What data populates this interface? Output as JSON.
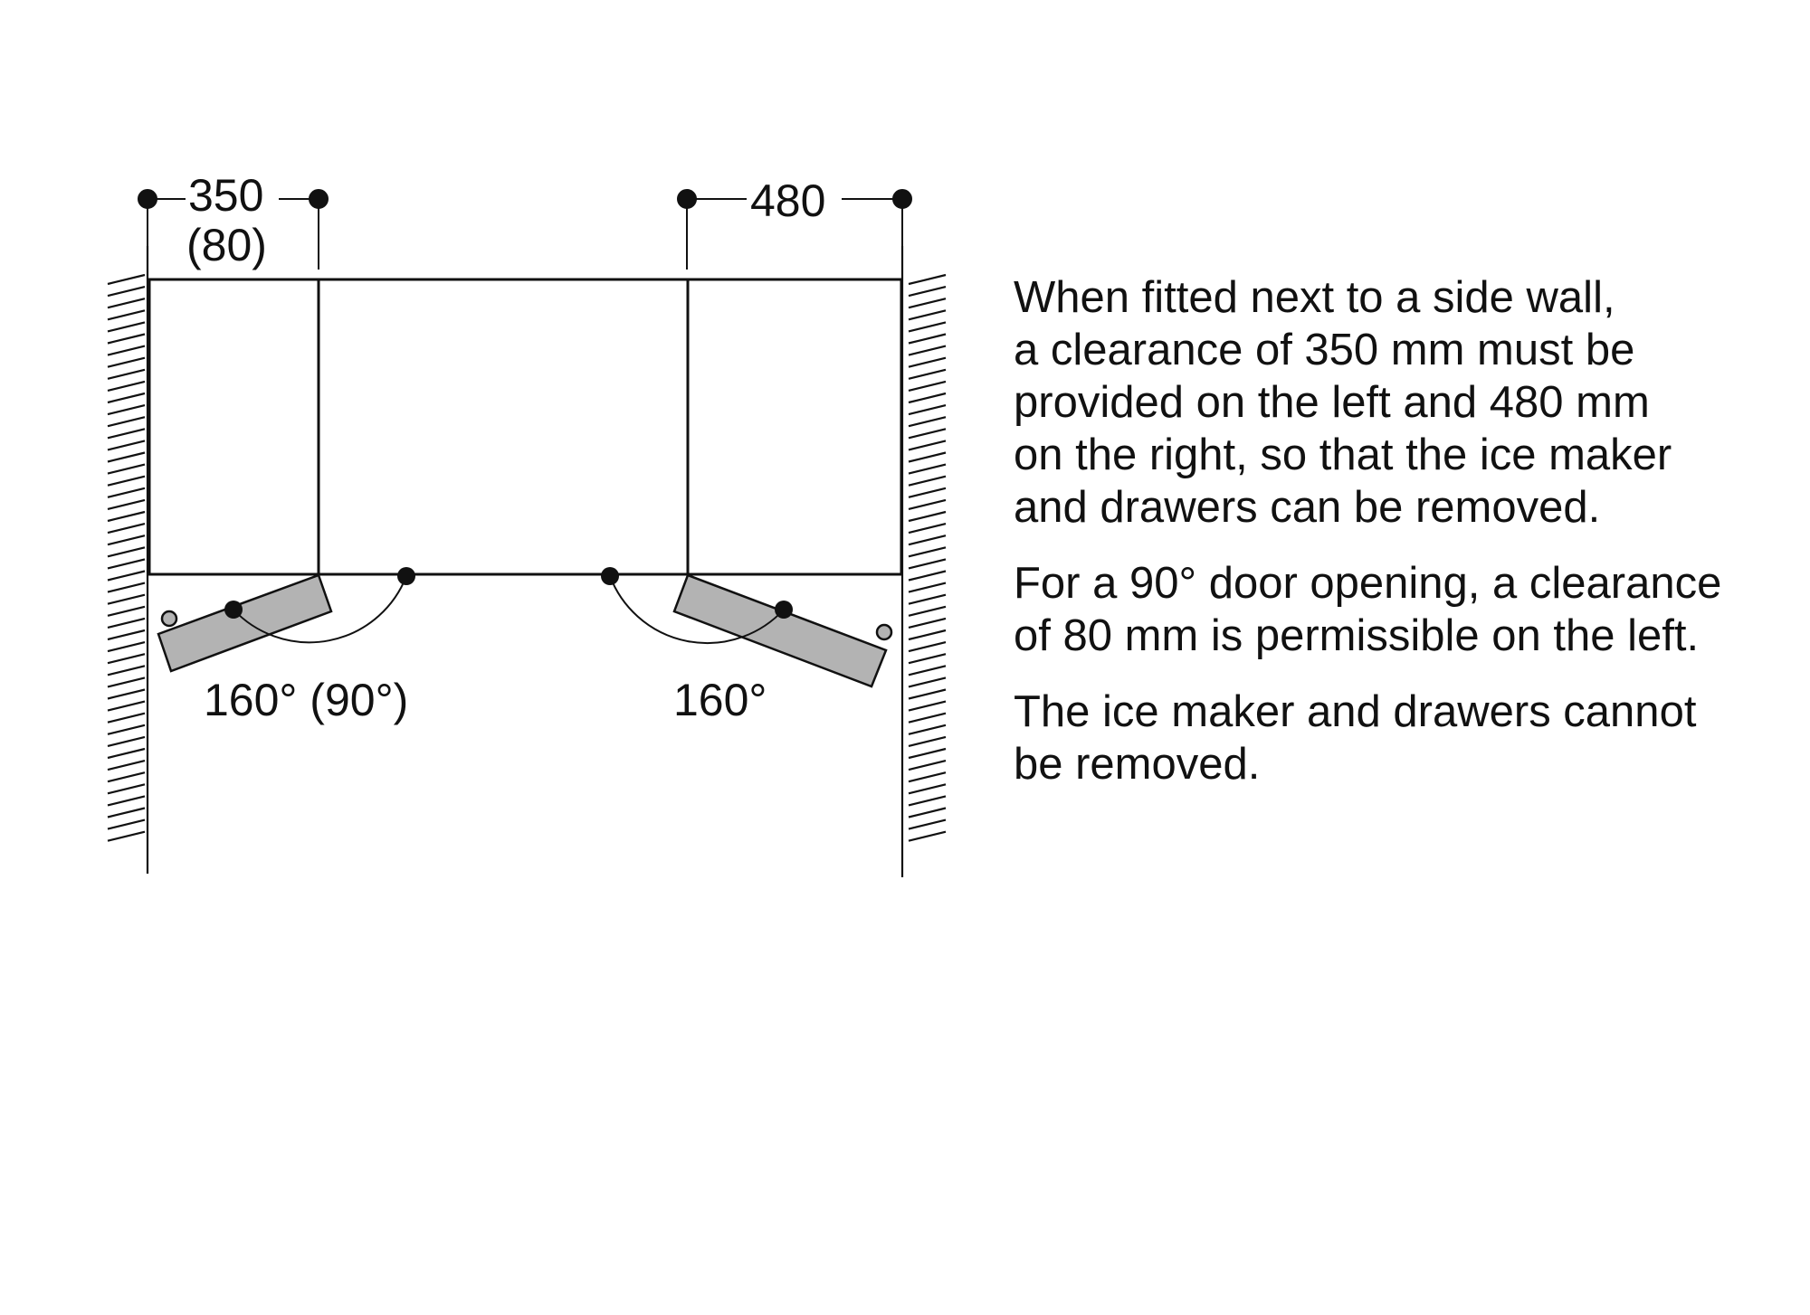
{
  "dimensions": {
    "left_clearance": "350",
    "left_clearance_alt": "(80)",
    "right_clearance": "480"
  },
  "door_angles": {
    "left": "160° (90°)",
    "right": "160°"
  },
  "notes": {
    "paragraph_1": "When fitted next to a side wall,\na clearance of 350 mm must be\nprovided on the left and 480 mm\non the right, so that the ice maker\nand drawers can be removed.",
    "paragraph_2": "For a 90° door opening, a clearance\nof 80 mm is permissible on the left.",
    "paragraph_3": "The ice maker and drawers cannot\nbe removed."
  },
  "colors": {
    "line": "#111111",
    "door_fill": "#b3b3b3",
    "background": "#ffffff"
  }
}
